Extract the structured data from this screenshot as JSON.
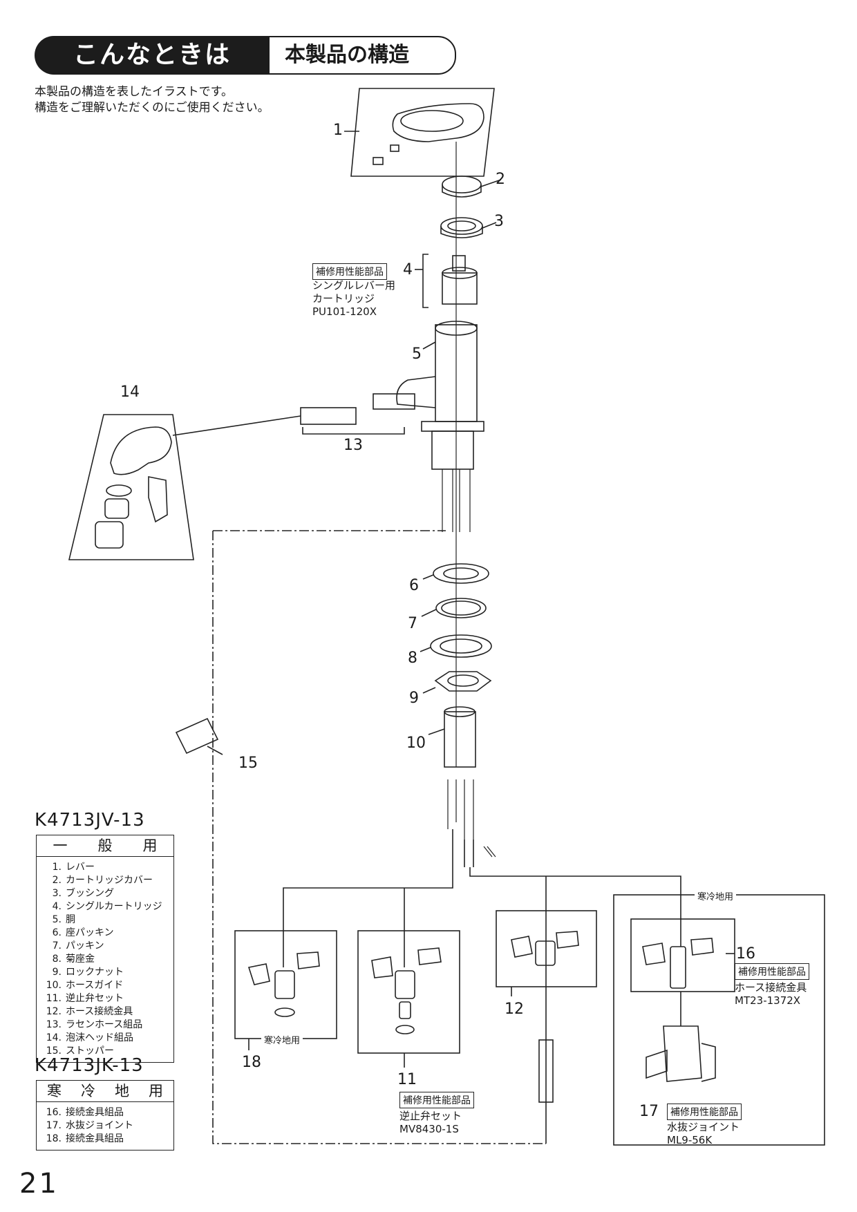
{
  "header": {
    "title": "こんなときは",
    "subtitle": "本製品の構造"
  },
  "intro": [
    "本製品の構造を表したイラストです。",
    "構造をご理解いただくのにご使用ください。"
  ],
  "callouts": [
    "1",
    "2",
    "3",
    "4",
    "5",
    "6",
    "7",
    "8",
    "9",
    "10",
    "11",
    "12",
    "13",
    "14",
    "15",
    "16",
    "17",
    "18"
  ],
  "parts_info": {
    "tag": "補修用性能部品",
    "p4": [
      "シングルレバー用",
      "カートリッジ",
      "PU101-120X"
    ],
    "p11": [
      "逆止弁セット",
      "MV8430-1S"
    ],
    "p16": [
      "ホース接続金具",
      "MT23-1372X"
    ],
    "p17": [
      "水抜ジョイント",
      "ML9-56K"
    ]
  },
  "region_labels": {
    "cold_18": "寒冷地用",
    "cold_group": "寒冷地用"
  },
  "legend_general": {
    "model": "K4713JV-13",
    "heading": [
      "一",
      "般",
      "用"
    ],
    "items": [
      {
        "n": "1.",
        "t": "レバー"
      },
      {
        "n": "2.",
        "t": "カートリッジカバー"
      },
      {
        "n": "3.",
        "t": "ブッシング"
      },
      {
        "n": "4.",
        "t": "シングルカートリッジ"
      },
      {
        "n": "5.",
        "t": "胴"
      },
      {
        "n": "6.",
        "t": "座パッキン"
      },
      {
        "n": "7.",
        "t": "パッキン"
      },
      {
        "n": "8.",
        "t": "菊座金"
      },
      {
        "n": "9.",
        "t": "ロックナット"
      },
      {
        "n": "10.",
        "t": "ホースガイド"
      },
      {
        "n": "11.",
        "t": "逆止弁セット"
      },
      {
        "n": "12.",
        "t": "ホース接続金具"
      },
      {
        "n": "13.",
        "t": "ラセンホース組品"
      },
      {
        "n": "14.",
        "t": "泡沫ヘッド組品"
      },
      {
        "n": "15.",
        "t": "ストッパー"
      }
    ]
  },
  "legend_cold": {
    "model": "K4713JK-13",
    "heading": [
      "寒",
      "冷",
      "地",
      "用"
    ],
    "items": [
      {
        "n": "16.",
        "t": "接続金具組品"
      },
      {
        "n": "17.",
        "t": "水抜ジョイント"
      },
      {
        "n": "18.",
        "t": "接続金具組品"
      }
    ]
  },
  "page_number": "21"
}
